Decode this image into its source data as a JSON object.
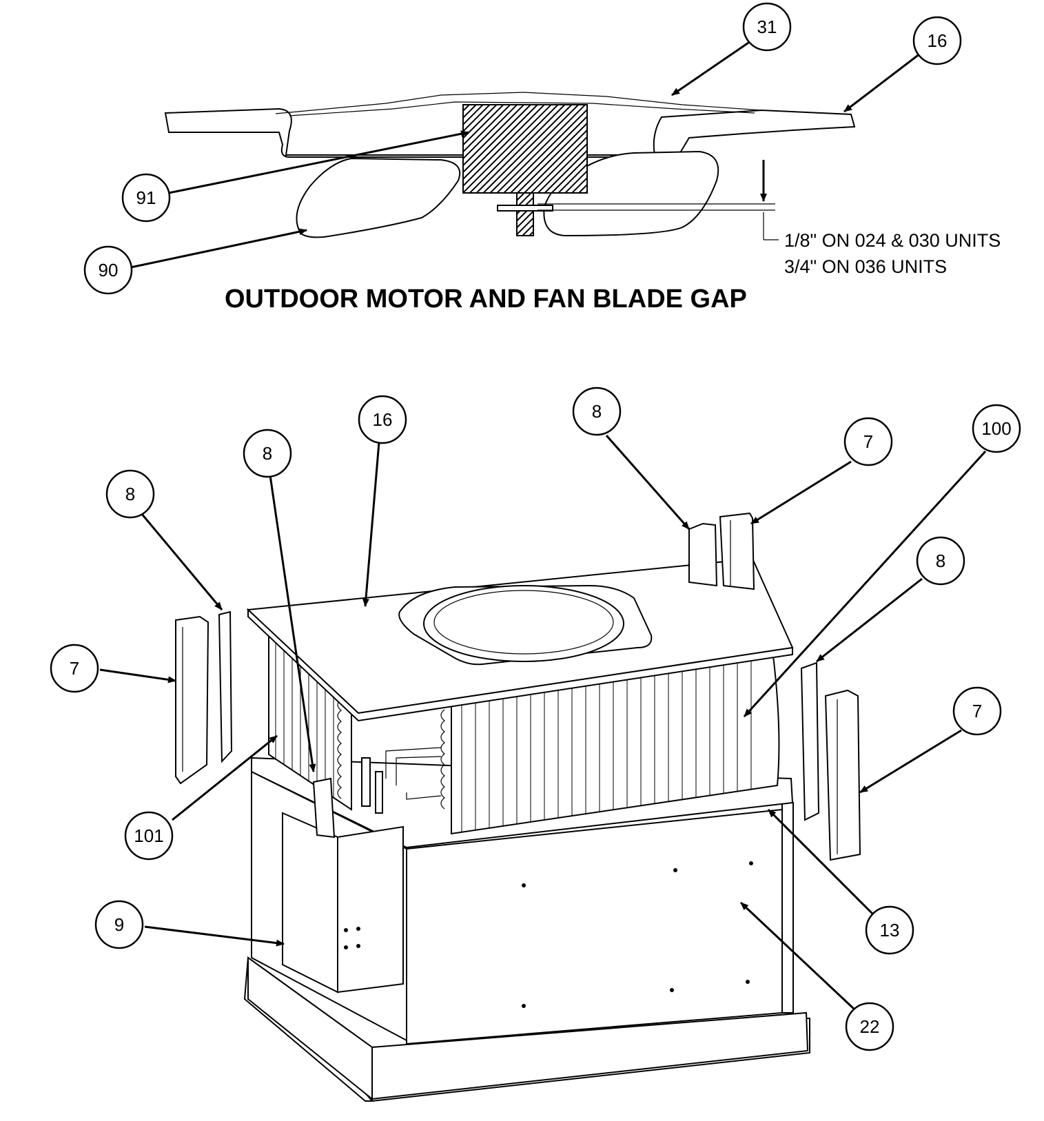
{
  "detail_title": "OUTDOOR MOTOR AND FAN BLADE GAP",
  "gap_note": {
    "line1": "1/8\" ON 024 & 030 UNITS",
    "line2": "3/4\" ON 036 UNITS"
  },
  "callouts": {
    "top_31": "31",
    "top_16": "16",
    "top_91": "91",
    "top_90": "90",
    "main_16": "16",
    "main_8_top": "8",
    "main_8_left_upper": "8",
    "main_8_left": "8",
    "main_7_left": "7",
    "main_7_right_upper": "7",
    "main_100": "100",
    "main_8_right": "8",
    "main_7_right": "7",
    "main_101": "101",
    "main_9": "9",
    "main_13": "13",
    "main_22": "22"
  }
}
